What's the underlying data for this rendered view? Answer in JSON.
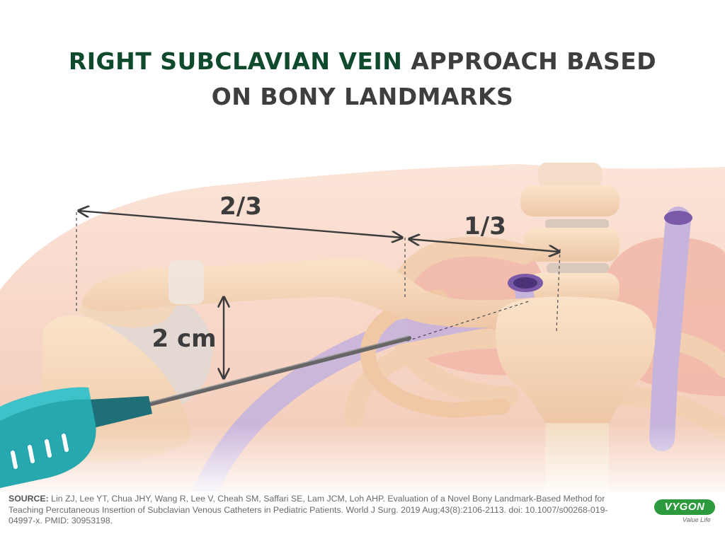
{
  "title": {
    "highlight": "RIGHT SUBCLAVIAN VEIN",
    "line1_rest": "APPROACH BASED",
    "line2": "ON BONY LANDMARKS"
  },
  "labels": {
    "two_thirds": "2/3",
    "one_third": "1/3",
    "two_cm": "2 cm"
  },
  "source": {
    "label": "SOURCE:",
    "text": "Lin ZJ, Lee YT, Chua JHY, Wang R, Lee V, Cheah SM, Saffari SE, Lam JCM, Loh AHP. Evaluation of a Novel Bony Landmark-Based Method for Teaching Percutaneous Insertion of Subclavian Venous Catheters in Pediatric Patients. World J Surg. 2019 Aug;43(8):2106-2113. doi: 10.1007/s00268-019-04997-x. PMID: 30953198."
  },
  "logo": {
    "brand": "VYGON",
    "tagline": "Value Life"
  },
  "colors": {
    "title_highlight": "#0f4a2c",
    "title_text": "#3e3e3e",
    "skin": "#f6d3c2",
    "bone": "#f4d6b8",
    "vein": "#c6b4dd",
    "syringe": "#27a7ae",
    "logo_green": "#2e9a3e"
  }
}
